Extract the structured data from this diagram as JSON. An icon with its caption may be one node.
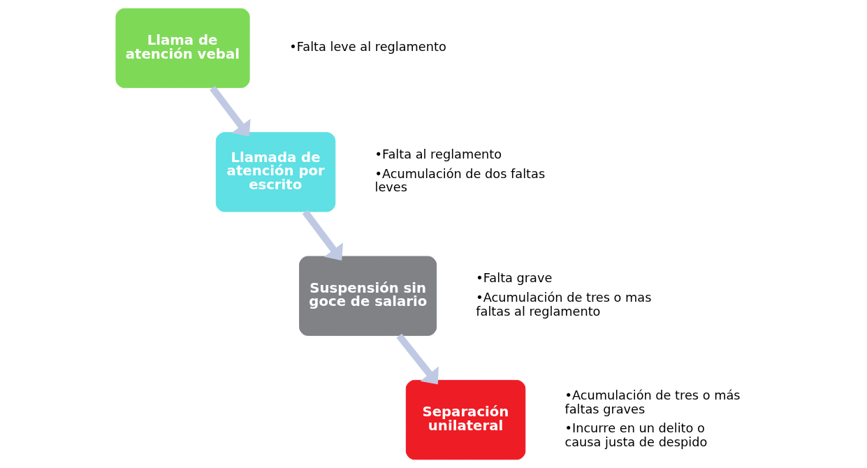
{
  "diagram": {
    "nodes": [
      {
        "text": [
          "Llama de atención vebal"
        ],
        "beside": [
          "•Falta leve al reglamento"
        ]
      },
      {
        "text": [
          "Llamada de atención por escrito"
        ],
        "beside": [
          "•Falta al reglamento",
          "•Acumulación de dos faltas leves"
        ]
      },
      {
        "text": [
          "Suspensión sin goce de salario"
        ],
        "beside": [
          "•Falta grave",
          "•Acumulación de tres o mas faltas al reglamento"
        ]
      },
      {
        "text": [
          "Separación unilateral"
        ],
        "beside": [
          "•Acumulación de tres o más faltas graves",
          "•Incurre en un delito o causa justa de despido"
        ]
      }
    ],
    "edges": [
      {
        "from": 0,
        "to": 1,
        "arrow": "to"
      },
      {
        "from": 1,
        "to": 2,
        "arrow": "to"
      },
      {
        "from": 2,
        "to": 3,
        "arrow": "to"
      }
    ]
  }
}
